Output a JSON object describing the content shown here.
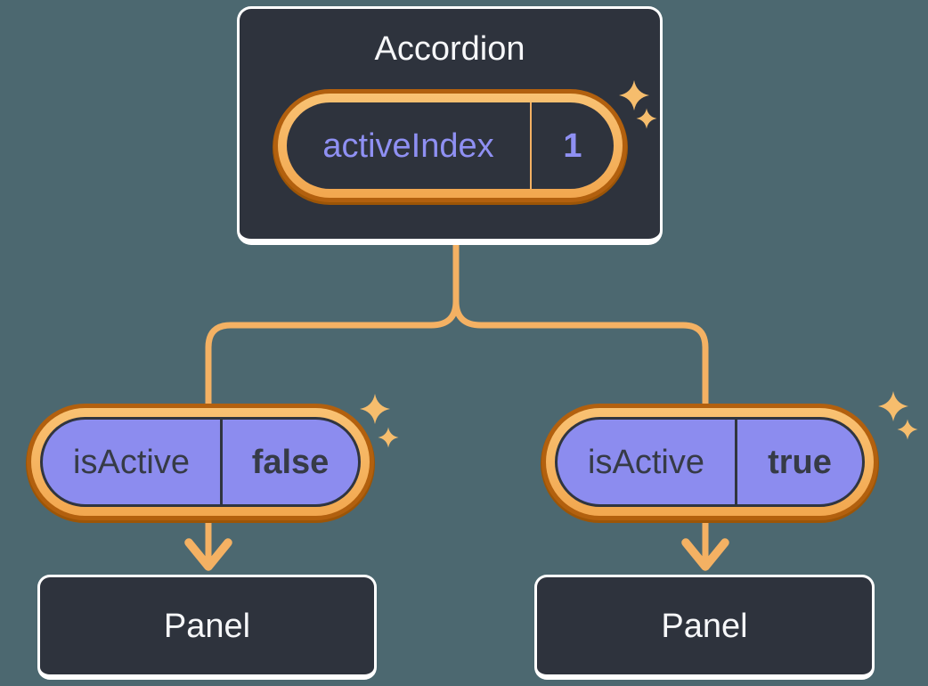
{
  "diagram": {
    "root": {
      "title": "Accordion",
      "state": {
        "name": "activeIndex",
        "value": "1"
      }
    },
    "children": [
      {
        "prop": {
          "name": "isActive",
          "value": "false"
        },
        "panel": {
          "title": "Panel"
        }
      },
      {
        "prop": {
          "name": "isActive",
          "value": "true"
        },
        "panel": {
          "title": "Panel"
        }
      }
    ]
  },
  "icons": {
    "sparkle": "sparkle-icon"
  },
  "colors": {
    "background": "#4c6870",
    "card_fill": "#2e333d",
    "card_border": "#ffffff",
    "card_text": "#f6f7f9",
    "prop_pill_fill": "#8c8cef",
    "prop_pill_outline": "#30353f",
    "prop_text_dark": "#363b46",
    "state_text_purple": "#8f90f3",
    "highlight_ring_light": "#f5ad58",
    "highlight_ring_dark": "#b2600e",
    "connector_line": "#f4b163",
    "sparkle": "#f6bd6d"
  }
}
